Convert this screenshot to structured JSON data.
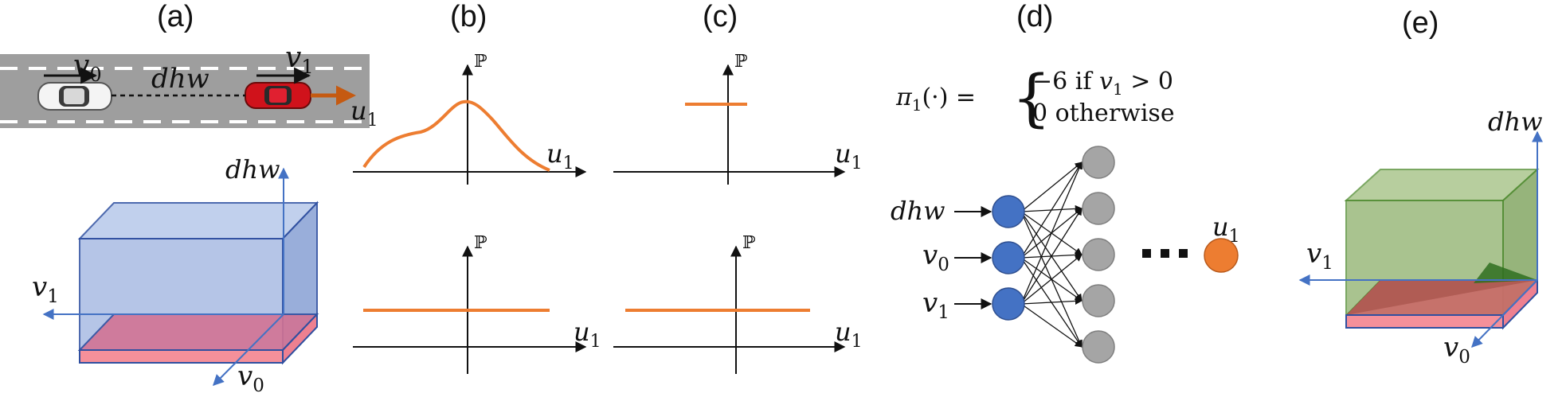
{
  "panels": {
    "a": {
      "label": "(a)",
      "road": {
        "v0": "v",
        "v0_sub": "0",
        "v1": "v",
        "v1_sub": "1",
        "headway": "dhw",
        "u1": "u",
        "u1_sub": "1"
      },
      "box_axes": {
        "dhw": "dhw",
        "v1": "v",
        "v1_sub": "1",
        "v0": "v",
        "v0_sub": "0"
      }
    },
    "b": {
      "label": "(b)",
      "top": {
        "y_label": "ℙ",
        "x_label": "u",
        "x_sub": "1"
      },
      "bottom": {
        "y_label": "ℙ",
        "x_label": "u",
        "x_sub": "1"
      }
    },
    "c": {
      "label": "(c)",
      "top": {
        "y_label": "ℙ",
        "x_label": "u",
        "x_sub": "1"
      },
      "bottom": {
        "y_label": "ℙ",
        "x_label": "u",
        "x_sub": "1"
      }
    },
    "d": {
      "label": "(d)",
      "policy": {
        "lhs": "π",
        "lhs_sub": "1",
        "lhs_arg": "(·) =",
        "case1_value": "−6 if ",
        "case1_var": "v",
        "case1_sub": "1",
        "case1_cond": " > 0",
        "case2": "0 otherwise"
      },
      "inputs": [
        {
          "var": "dhw",
          "sub": ""
        },
        {
          "var": "v",
          "sub": "0"
        },
        {
          "var": "v",
          "sub": "1"
        }
      ],
      "output": {
        "var": "u",
        "sub": "1"
      }
    },
    "e": {
      "label": "(e)",
      "axes": {
        "dhw": "dhw",
        "v1": "v",
        "v1_sub": "1",
        "v0": "v",
        "v0_sub": "0"
      }
    }
  },
  "colors": {
    "orange": "#ED7D31",
    "blue_node": "#4472C4",
    "gray_node": "#A5A5A5",
    "box_blue": "#A9BCE3",
    "box_pink": "#F5909A",
    "box_green": "#8DB06A",
    "axis_blue": "#4472C4",
    "road": "#9E9E9E"
  }
}
